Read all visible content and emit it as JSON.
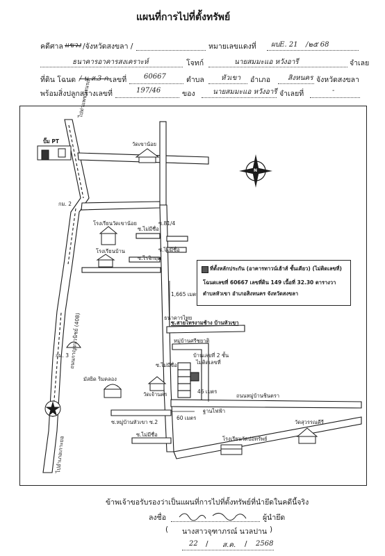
{
  "header": {
    "title": "แผนที่การไปที่ตั้งทรัพย์",
    "row1": {
      "court_label": "คดีศาล",
      "court_value_struck": "แขวง",
      "court_value": "/จังหวัดสงขลา /",
      "case_label": "หมายเลขแดงที่",
      "case_no": "ผบE. 21",
      "case_sep": "/๒๕ 68"
    },
    "row2": {
      "plaintiff": "ธนาคารอาคารสงเคราะห์",
      "plaintiff_label": "โจทก์",
      "defendant": "นายสมมะแอ หวังอารี",
      "defendant_label": "จำเลย"
    },
    "row3": {
      "land_label": "ที่ดิน โฉนด",
      "land_struck": "/ น.ส.3 ก.",
      "no_label": "เลขที่",
      "deed_no": "60667",
      "tambon_label": "ตำบล",
      "tambon": "หัวเขา",
      "amphoe_label": "อำเภอ",
      "amphoe": "สิงหนคร",
      "province": "จังหวัดสงขลา"
    },
    "row4": {
      "building_label": "พร้อมสิ่งปลูกสร้างเลขที่",
      "house_no": "197/46",
      "of_label": "ของ",
      "owner": "นายสมมะแอ หวังอารี",
      "defendant_no_label": "จำเลยที่",
      "defendant_no": "-"
    }
  },
  "map": {
    "labels": {
      "north": "N",
      "road_top": "ไปท่าแพขนานรถ",
      "pt_station": "ปั๊ม PT",
      "temple_top": "วัดเขาน้อย",
      "km2": "กม. 2",
      "km3": "กม. 3",
      "school_top": "โรงเรียนวัดเขาน้อย",
      "soi_814": "ซ.81/4",
      "soi_maimichue_1": "ซ.ไม่มีชื่อ",
      "soi_maimichue_2": "ซ.ไม่มีชื่อ",
      "school_ban": "โรงเรียนบ้าน",
      "soi_ruchirat": "ซ.ไรจิกฤต",
      "distance_1665": "1,665 เมตร",
      "bank": "ธนาคารไทย",
      "highway_vertical": "ถนนกาญจนวนิชย์ (408)",
      "soi_saikrai": "ซ.สายไทรงามช้าง บ้านหัวเขา",
      "village_sign": "หมู่บ้านศรีชยาติ",
      "house_2": "บ้านเลขที่ 2 ชั้น",
      "no_house_no": "ไม่ติดเลขที่",
      "soi_maimichue_3": "ซ.ไม่มีชื่อ",
      "dist_46": "46 เมตร",
      "road_ban_thin": "ถนนหมู่บ้านชินตรา",
      "mosque": "มัสยิด ริมคลอง",
      "temple_mid": "วัดเจ้านคร",
      "dist_60": "60 เมตร",
      "power_pole": "ฐานไฟฟ้า",
      "soi_hua_khao_2": "ซ.หมู่บ้านหัวเขา ซ.2",
      "soi_maimichue_4": "ซ.ไม่มีชื่อ",
      "school_bottom": "โรงเรียนวัดบ่อทรัพย์",
      "temple_right": "วัดสุวรรณคีรี",
      "road_bottom": "ไปอำเภอเกาะยอ",
      "legend_line1": "ที่ตั้งหลักประกัน (อาคารทาวน์เฮ้าส์ ชั้นเดียว) (ไม่ติดเลขที่)",
      "legend_line2": "โฉนดเลขที่ 60667 เลขที่ดิน 149 เนื้อที่ 32.30 ตารางวา",
      "legend_line3": "ตำบลหัวเขา อำเภอสิงหนคร จังหวัดสงขลา"
    }
  },
  "footer": {
    "certify": "ข้าพเจ้าขอรับรองว่าเป็นแผนที่การไปที่ตั้งทรัพย์ที่นำยึดในคดีนี้จริง",
    "sign_label": "ลงชื่อ",
    "sign_role": "ผู้นำยึด",
    "name": "นางสาวจุฑาภรณ์ นวลปาน",
    "day": "22",
    "month": "ส.ค.",
    "year": "2568"
  },
  "colors": {
    "ink": "#1a1a1a",
    "road_fill": "#ffffff",
    "paper": "#ffffff"
  }
}
